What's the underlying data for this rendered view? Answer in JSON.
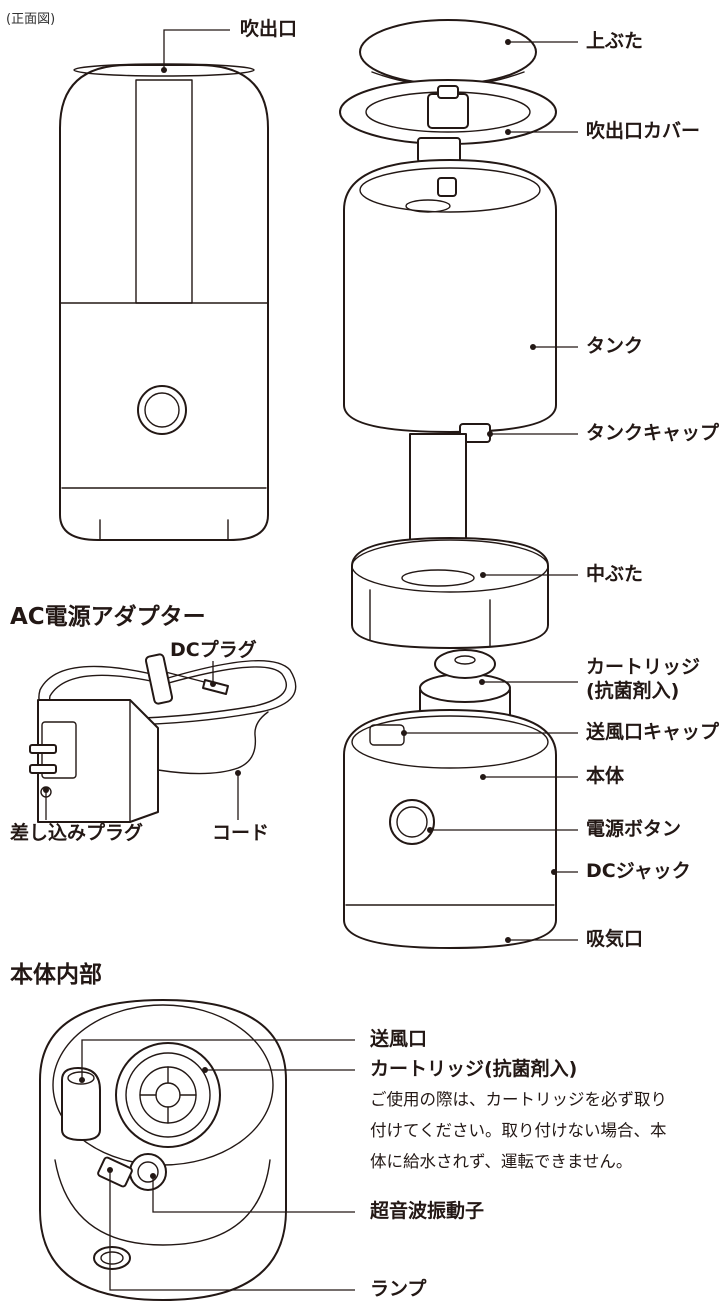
{
  "header": {
    "front_view": "(正面図)"
  },
  "front_labels": {
    "outlet": "吹出口"
  },
  "sections": {
    "adapter": "AC電源アダプター",
    "interior": "本体内部"
  },
  "exploded_labels": [
    {
      "key": "lid",
      "text": "上ぶた"
    },
    {
      "key": "outlet_cover",
      "text": "吹出口カバー"
    },
    {
      "key": "tank",
      "text": "タンク"
    },
    {
      "key": "tank_cap",
      "text": "タンクキャップ"
    },
    {
      "key": "inner_lid",
      "text": "中ぶた"
    },
    {
      "key": "cartridge",
      "text": "カートリッジ\n(抗菌剤入)"
    },
    {
      "key": "fan_cap",
      "text": "送風口キャップ"
    },
    {
      "key": "body",
      "text": "本体"
    },
    {
      "key": "power_button",
      "text": "電源ボタン"
    },
    {
      "key": "dc_jack",
      "text": "DCジャック"
    },
    {
      "key": "air_intake",
      "text": "吸気口"
    }
  ],
  "adapter_labels": {
    "dc_plug": "DCプラグ",
    "insert_plug": "差し込みプラグ",
    "cord": "コード"
  },
  "interior_labels": {
    "fan_outlet": "送風口",
    "cartridge": "カートリッジ(抗菌剤入)",
    "cartridge_note": "ご使用の際は、カートリッジを必ず取り\n付けてください。取り付けない場合、本\n体に給水されず、運転できません。",
    "transducer": "超音波振動子",
    "lamp": "ランプ"
  }
}
